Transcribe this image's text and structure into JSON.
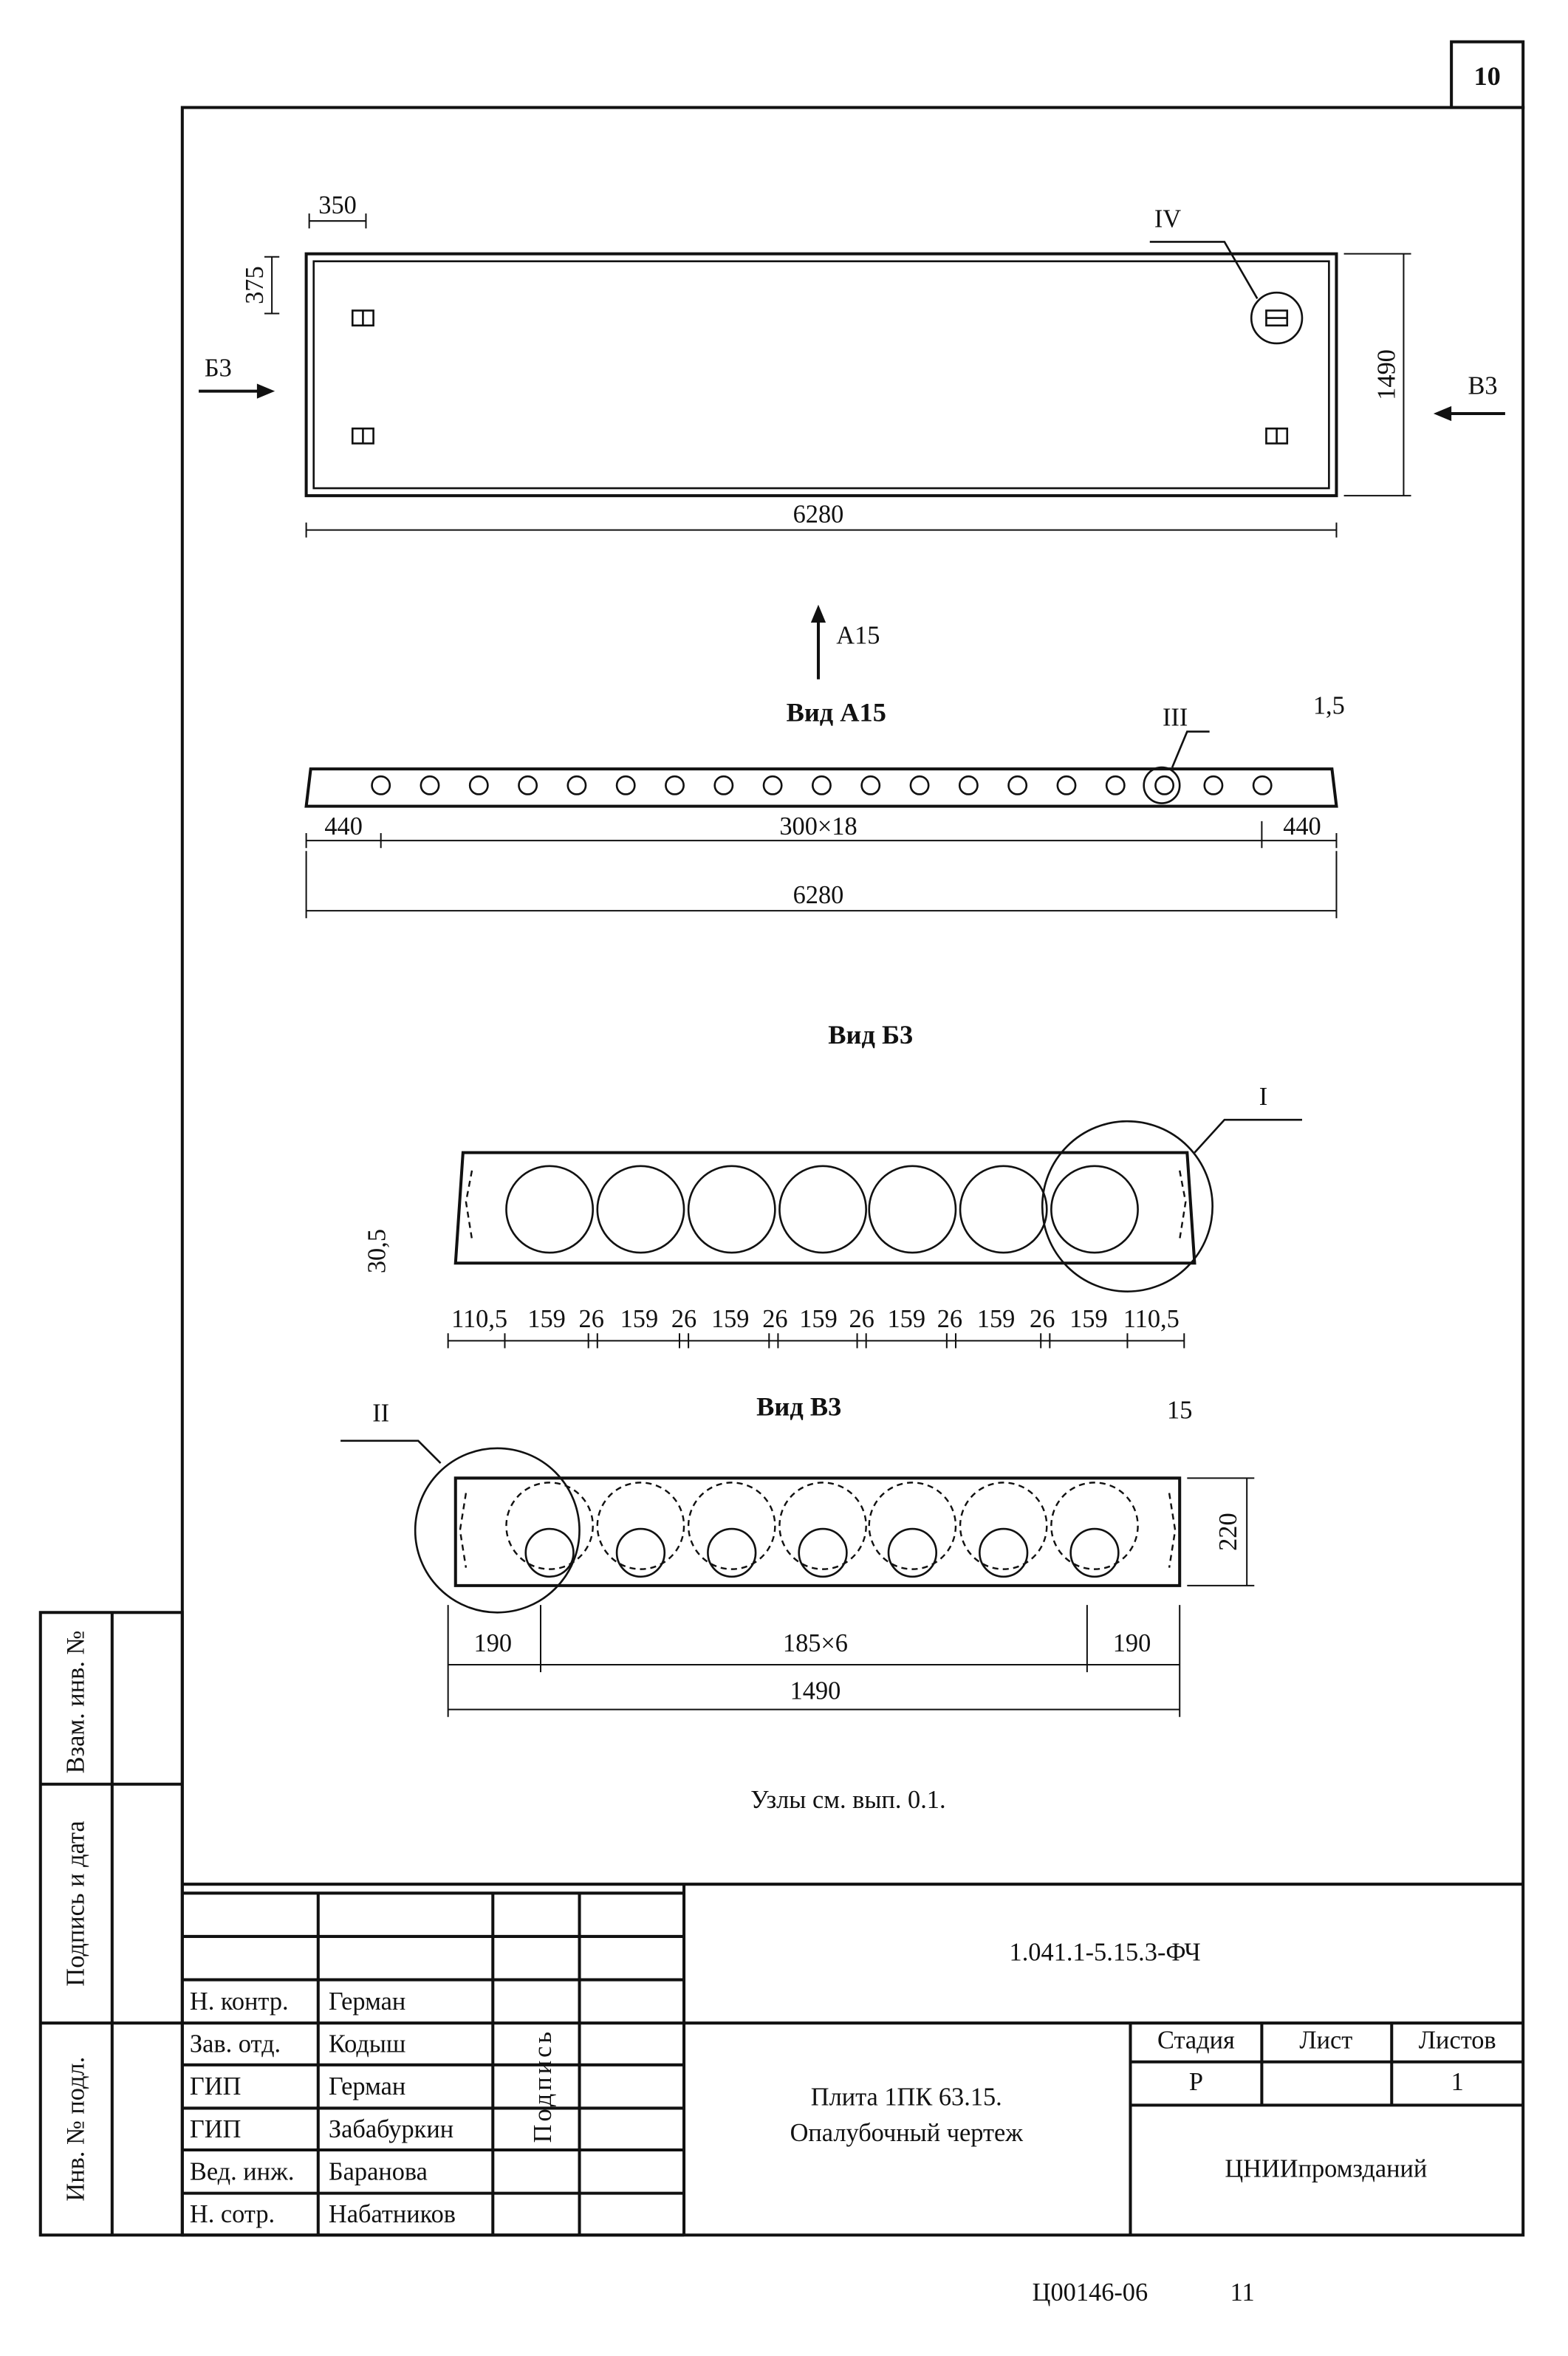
{
  "sheet_number": "10",
  "plan": {
    "dim_350": "350",
    "dim_375": "375",
    "dim_1490": "1490",
    "dim_6280": "6280",
    "node_iv": "IV",
    "arrow_b3": "Б3",
    "arrow_v3": "В3",
    "arrow_a15": "А15"
  },
  "view_a15": {
    "title": "Вид А15",
    "node_iii": "III",
    "dim_15": "1,5",
    "dim_440_left": "440",
    "dim_mid": "300×18",
    "dim_440_right": "440",
    "dim_total": "6280"
  },
  "view_b3": {
    "title": "Вид Б3",
    "node_i": "I",
    "dim_305": "30,5",
    "dims": [
      "110,5",
      "159",
      "26",
      "159",
      "26",
      "159",
      "26",
      "159",
      "26",
      "159",
      "26",
      "159",
      "26",
      "159",
      "110,5"
    ]
  },
  "view_v3": {
    "title": "Вид В3",
    "node_ii": "II",
    "dim_15": "15",
    "dim_220": "220",
    "dim_190_left": "190",
    "dim_mid": "185×6",
    "dim_190_right": "190",
    "dim_total": "1490"
  },
  "note": "Узлы см. вып. 0.1.",
  "title_block": {
    "doc_code": "1.041.1-5.15.3-ФЧ",
    "signers": [
      {
        "role": "Н. контр.",
        "name": "Герман"
      },
      {
        "role": "Зав. отд.",
        "name": "Кодыш"
      },
      {
        "role": "ГИП",
        "name": "Герман"
      },
      {
        "role": "ГИП",
        "name": "Забабуркин"
      },
      {
        "role": "Вед. инж.",
        "name": "Баранова"
      },
      {
        "role": "Н. сотр.",
        "name": "Набатников"
      }
    ],
    "signature_label": "Подпись",
    "title_line1": "Плита 1ПК 63.15.",
    "title_line2": "Опалубочный чертеж",
    "stage_label": "Стадия",
    "sheet_label": "Лист",
    "sheets_label": "Листов",
    "stage_value": "Р",
    "sheets_value": "1",
    "organization": "ЦНИИпромзданий"
  },
  "side_strip": {
    "replaced_inv": "Взам. инв. №",
    "sign_date": "Подпись и дата",
    "inv_orig": "Инв. № подл."
  },
  "footer": {
    "code": "Ц00146-06",
    "page": "11"
  }
}
